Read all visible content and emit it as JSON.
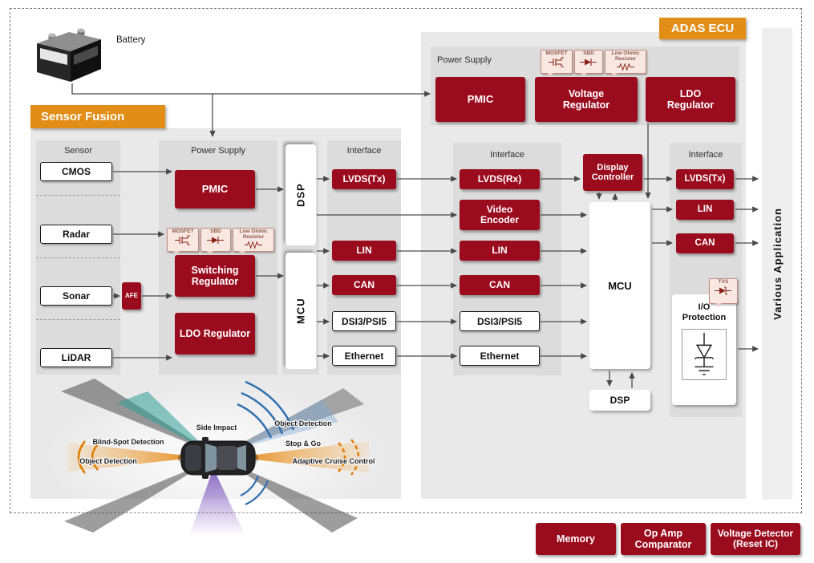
{
  "battery": {
    "label": "Battery"
  },
  "sensor_fusion": {
    "title": "Sensor Fusion",
    "sensor": {
      "header": "Sensor",
      "items": [
        "CMOS",
        "Radar",
        "Sonar",
        "LiDAR"
      ],
      "afe": "AFE"
    },
    "power_supply": {
      "header": "Power Supply",
      "pmic": "PMIC",
      "callouts": [
        "MOSFET",
        "SBD",
        "Low Ohmic Resistor"
      ],
      "switching_regulator": "Switching Regulator",
      "ldo_regulator": "LDO Regulator"
    },
    "dsp": "DSP",
    "mcu": "MCU",
    "interface": {
      "header": "Interface",
      "items": [
        "LVDS(Tx)",
        "LIN",
        "CAN",
        "DSI3/PSI5",
        "Ethernet"
      ]
    },
    "car_scene": {
      "labels": {
        "side_impact": "Side Impact",
        "object_detection_right": "Object Detection",
        "blind_spot_detection": "Blind-Spot Detection",
        "stop_and_go": "Stop & Go",
        "object_detection_left": "Object Detection",
        "adaptive_cruise_control": "Adaptive Cruise Control"
      }
    }
  },
  "adas_ecu": {
    "title": "ADAS ECU",
    "power_supply": {
      "header": "Power Supply",
      "pmic": "PMIC",
      "callouts": [
        "MOSFET",
        "SBD",
        "Low Ohmic Resistor"
      ],
      "voltage_regulator": "Voltage Regulator",
      "ldo_regulator": "LDO Regulator"
    },
    "interface_in": {
      "header": "Interface",
      "items": [
        "LVDS(Rx)",
        "Video Encoder",
        "LIN",
        "CAN",
        "DSI3/PSI5",
        "Ethernet"
      ]
    },
    "display_controller": "Display Controller",
    "mcu": "MCU",
    "dsp": "DSP",
    "interface_out": {
      "header": "Interface",
      "items": [
        "LVDS(Tx)",
        "LIN",
        "CAN"
      ]
    },
    "io_protection": {
      "label": "I/O Protection",
      "tvs": "TVS"
    }
  },
  "various_application": "Various Application",
  "bottom_parts": [
    "Memory",
    "Op Amp Comparator",
    "Voltage Detector (Reset IC)"
  ],
  "colors": {
    "red": "#9a0b1e",
    "orange": "#e28d15",
    "callout_pink": "#f9e8e2",
    "panel_gray": "#e9e9e9",
    "column_gray": "#dcdcdc"
  }
}
